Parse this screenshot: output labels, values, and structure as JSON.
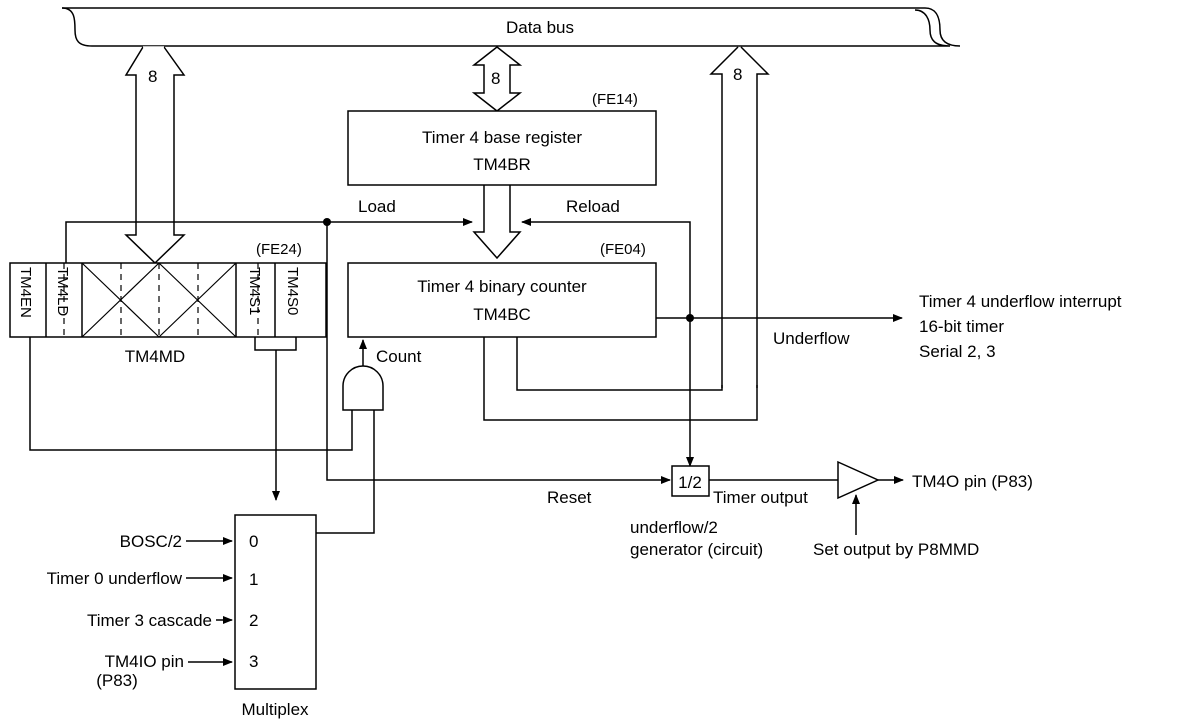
{
  "bus": {
    "label": "Data bus"
  },
  "bus_widths": {
    "left": "8",
    "center": "8",
    "right": "8"
  },
  "base_register": {
    "address": "(FE14)",
    "name": "Timer 4 base register",
    "symbol": "TM4BR"
  },
  "binary_counter": {
    "address": "(FE04)",
    "name": "Timer 4 binary counter",
    "symbol": "TM4BC"
  },
  "mode_register": {
    "address": "(FE24)",
    "name": "TM4MD",
    "bits": [
      "TM4EN",
      "TM4LD",
      "TM4S1",
      "TM4S0"
    ]
  },
  "signals": {
    "load": "Load",
    "reload": "Reload",
    "count": "Count",
    "underflow": "Underflow",
    "reset": "Reset",
    "timer_output": "Timer output"
  },
  "underflow_targets": [
    "Timer 4 underflow interrupt",
    "16-bit timer",
    "Serial 2, 3"
  ],
  "divider": {
    "label": "1/2",
    "caption_line1": "underflow/2",
    "caption_line2": "generator (circuit)"
  },
  "output": {
    "pin": "TM4O pin   (P83)",
    "control": "Set output by P8MMD"
  },
  "multiplexer": {
    "label": "Multiplex",
    "inputs": [
      {
        "index": "0",
        "source": "BOSC/2"
      },
      {
        "index": "1",
        "source": "Timer 0 underflow"
      },
      {
        "index": "2",
        "source": "Timer 3 cascade"
      },
      {
        "index": "3",
        "source": "TM4IO pin",
        "source_line2": "(P83)"
      }
    ]
  }
}
